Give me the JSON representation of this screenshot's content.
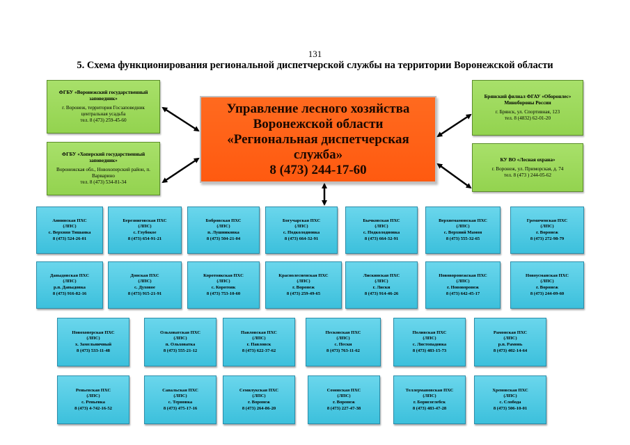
{
  "page_number": "131",
  "title": "5. Схема функционирования региональной диспетчерской службы на территории Воронежской области",
  "center": {
    "lines": [
      "Управление лесного хозяйства",
      "Воронежской области",
      "«Региональная диспетчерская",
      "служба»",
      "8 (473) 244-17-60"
    ]
  },
  "side_orgs": [
    {
      "name": "ФГБУ «Воронежский государственный заповедник»",
      "address": "г. Воронеж, территория Госзаповедник центральная усадьба",
      "phone": "тел. 8 (473) 259-45-60"
    },
    {
      "name": "ФГБУ «Хоперский государственный заповедник»",
      "address": "Воронежская обл., Новохоперский район, п. Варварино",
      "phone": "тел. 8 (473) 534-81-34"
    },
    {
      "name": "Брянский филиал ФГАУ «Оборонлес» Минобороны России",
      "address": "г. Брянск, ул. Спортивная, 123",
      "phone": "тел. 8 (4832) 62-01-20"
    },
    {
      "name": "КУ ВО «Лесная охрана»",
      "address": "г. Воронеж, ул. Приморская, д. 74",
      "phone": "тел. 8 (473 ) 244-05-62"
    }
  ],
  "stations": [
    {
      "name": "Аннинская ПХС",
      "type": "(ЛПС)",
      "place": "с. Верхняя Тишанка",
      "phone": "8 (473) 524-26-01"
    },
    {
      "name": "Березниговская ПХС",
      "type": "(ЛПС)",
      "place": "с. Глубокое",
      "phone": "8 (473) 654-91-21"
    },
    {
      "name": "Бобровская ПХС",
      "type": "(ЛПС)",
      "place": "п. Лушниковка",
      "phone": "8 (473) 504-21-04"
    },
    {
      "name": "Богучарская ПХС",
      "type": "(ЛПС)",
      "place": "с. Подколодновка",
      "phone": "8 (473) 664-32-91"
    },
    {
      "name": "Бычковская ПХС",
      "type": "(ЛПС)",
      "place": "с. Подколодновка",
      "phone": "8 (473) 664-32-91"
    },
    {
      "name": "Верхнемамонская ПХС",
      "type": "(ЛПС)",
      "place": "с. Верхний Мамон",
      "phone": "8 (473) 555-32-65"
    },
    {
      "name": "Гремяченская ПХС",
      "type": "(ЛПС)",
      "place": "г. Воронеж",
      "phone": "8 (473) 272-98-79"
    },
    {
      "name": "Давыдовская ПХС",
      "type": "(ЛПС)",
      "place": "р.п. Давыдовка",
      "phone": "8 (473) 916-82-16"
    },
    {
      "name": "Донская ПХС",
      "type": "(ЛПС)",
      "place": "с. Духовое",
      "phone": "8 (473) 915-21-91"
    },
    {
      "name": "Коротоякская ПХС",
      "type": "(ЛПС)",
      "place": "с. Коротояк",
      "phone": "8 (473) 753-10-60"
    },
    {
      "name": "Краснолесненская ПХС",
      "type": "(ЛПС)",
      "place": "г. Воронеж",
      "phone": "8 (473) 259-49-65"
    },
    {
      "name": "Лискинская ПХС",
      "type": "(ЛПС)",
      "place": "г. Лиски",
      "phone": "8 (473) 914-46-26"
    },
    {
      "name": "Нововоронежская ПХС",
      "type": "(ЛПС)",
      "place": "г. Нововоронеж",
      "phone": "8 (473) 642-45-17"
    },
    {
      "name": "Новоусманская ПХС",
      "type": "(ЛПС)",
      "place": "г. Воронеж",
      "phone": "8 (473) 244-09-60"
    },
    {
      "name": "Новохоперская ПХС",
      "type": "(ЛПС)",
      "place": "х. Замельничный",
      "phone": "8 (473) 533-11-48"
    },
    {
      "name": "Ольховатская ПХС",
      "type": "(ЛПС)",
      "place": "п. Ольховатка",
      "phone": "8 (473) 555-21-12"
    },
    {
      "name": "Павловская ПХС",
      "type": "(ЛПС)",
      "place": "г. Павловск",
      "phone": "8 (473) 622-37-62"
    },
    {
      "name": "Песковская ПХС",
      "type": "(ЛПС)",
      "place": "с. Пески",
      "phone": "8 (473) 763-11-62"
    },
    {
      "name": "Поливская ПХС",
      "type": "(ЛПС)",
      "place": "с. Листопадовка",
      "phone": "8 (473) 483-15-73"
    },
    {
      "name": "Рамонская ПХС",
      "type": "(ЛПС)",
      "place": "р.п. Рамонь",
      "phone": "8 (473) 402-14-64"
    },
    {
      "name": "Реньевская ПХС",
      "type": "(ЛПС)",
      "place": "с. Реньевка",
      "phone": "8 (473) 4-742-16-52"
    },
    {
      "name": "Савальская ПХС",
      "type": "(ЛПС)",
      "place": "с. Терновка",
      "phone": "8 (473) 475-17-16"
    },
    {
      "name": "Семилукская ПХС",
      "type": "(ЛПС)",
      "place": "г. Воронеж",
      "phone": "8 (473) 264-86-20"
    },
    {
      "name": "Сомовская ПХС",
      "type": "(ЛПС)",
      "place": "г. Воронеж",
      "phone": "8 (473) 227-47-38"
    },
    {
      "name": "Теллермановская ПХС",
      "type": "(ЛПС)",
      "place": "г. Борисоглебск",
      "phone": "8 (473) 483-47-28"
    },
    {
      "name": "Хреновская ПХС",
      "type": "(ЛПС)",
      "place": "с. Слобода",
      "phone": "8 (473) 506-10-01"
    }
  ]
}
